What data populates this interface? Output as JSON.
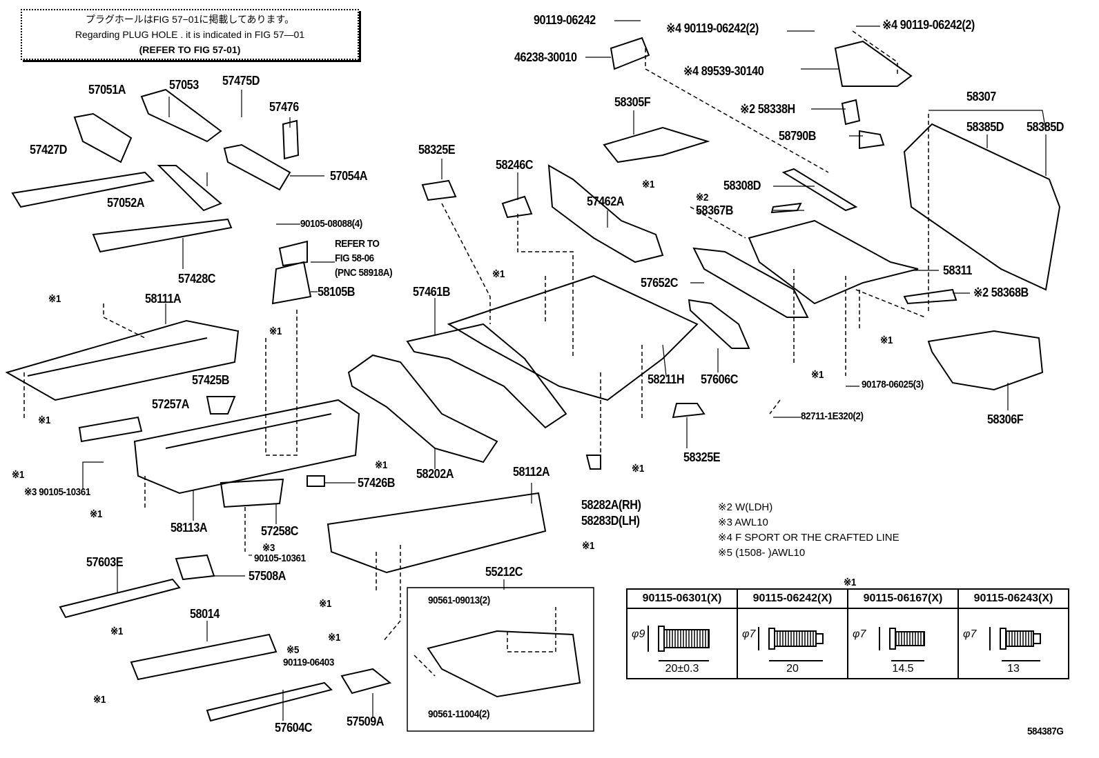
{
  "note_box": {
    "line1": "プラグホールはFIG 57−01に掲載してあります。",
    "line2": "Regarding  PLUG  HOLE . it is indicated in FIG  57—01",
    "line3": "(REFER  TO  FIG 57-01)"
  },
  "labels": {
    "l1": "90119-06242",
    "l2": "※4 90119-06242(2)",
    "l3": "※4 90119-06242(2)",
    "l4": "46238-30010",
    "l5": "※4 89539-30140",
    "l6": "57051A",
    "l7": "57053",
    "l8": "57475D",
    "l9": "57476",
    "l10": "58305F",
    "l11": "58307",
    "l12": "58385D",
    "l13": "58385D",
    "l14": "※2 58338H",
    "l15": "58790B",
    "l16": "57427D",
    "l17": "58325E",
    "l18": "58246C",
    "l19": "57054A",
    "l20": "※1",
    "l21": "58308D",
    "l22": "※2",
    "l23": "58367B",
    "l24": "57052A",
    "l25": "57462A",
    "l26": "90105-08088(4)",
    "l27": "REFER  TO",
    "l28": "FIG  58-06",
    "l29": "(PNC  58918A)",
    "l30": "57428C",
    "l31": "58311",
    "l32": "※1",
    "l33": "57461B",
    "l34": "58105B",
    "l35": "57652C",
    "l36": "※2 58368B",
    "l37": "※1",
    "l38": "58111A",
    "l39": "※1",
    "l40": "※1",
    "l41": "58211H",
    "l42": "57606C",
    "l43": "※1",
    "l44": "57425B",
    "l45": "90178-06025(3)",
    "l46": "57257A",
    "l47": "82711-1E320(2)",
    "l48": "58306F",
    "l49": "※1",
    "l50": "58325E",
    "l51": "57426B",
    "l52": "58202A",
    "l53": "58112A",
    "l54": "※1",
    "l55": "※1",
    "l56": "※1",
    "l57": "※3 90105-10361",
    "l58": "※1",
    "l59": "58282A(RH)",
    "l60": "58283D(LH)",
    "l61": "58113A",
    "l62": "57258C",
    "l63": "※3",
    "l64": "90105-10361",
    "l65": "※1",
    "l66": "57603E",
    "l67": "57508A",
    "l68": "55212C",
    "l69": "58014",
    "l70": "90561-09013(2)",
    "l71": "※1",
    "l72": "※1",
    "l73": "※1",
    "l74": "※5",
    "l75": "90119-06403",
    "l76": "※1",
    "l77": "90561-11004(2)",
    "l78": "57604C",
    "l79": "57509A",
    "l80": "584387G"
  },
  "notes": [
    "※2 W(LDH)",
    "※3 AWL10",
    "※4 F SPORT OR THE CRAFTED LINE",
    "※5 (1508-        )AWL10"
  ],
  "bolt_table": {
    "title": "※1",
    "columns": [
      {
        "part": "90115-06301(X)",
        "diameter": "φ9",
        "length": "20±0.3"
      },
      {
        "part": "90115-06242(X)",
        "diameter": "φ7",
        "length": "20"
      },
      {
        "part": "90115-06167(X)",
        "diameter": "φ7",
        "length": "14.5"
      },
      {
        "part": "90115-06243(X)",
        "diameter": "φ7",
        "length": "13"
      }
    ]
  }
}
